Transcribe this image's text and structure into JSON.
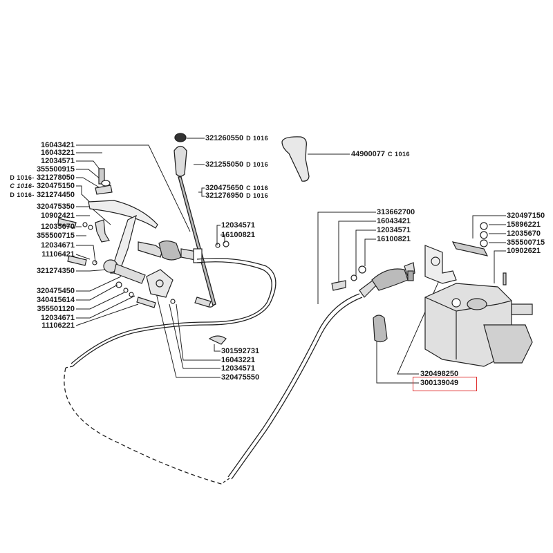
{
  "highlight_color": "#e03030",
  "left_labels": [
    {
      "part": "16043421"
    },
    {
      "part": "16043221"
    },
    {
      "part": "12034571"
    },
    {
      "part": "355500915"
    },
    {
      "prefix": "D 1016-",
      "part": "321278050"
    },
    {
      "prefix": "C 1016-",
      "part": "320475150"
    },
    {
      "prefix": "D 1016-",
      "part": "321274450"
    },
    {
      "part": "320475350"
    },
    {
      "part": "10902421"
    },
    {
      "part": "12035670"
    },
    {
      "part": "355500715"
    },
    {
      "part": "12034671"
    },
    {
      "part": "11106421"
    },
    {
      "part": "321274350"
    },
    {
      "part": "320475450"
    },
    {
      "part": "340415614"
    },
    {
      "part": "355501120"
    },
    {
      "part": "12034671"
    },
    {
      "part": "11106221"
    }
  ],
  "top_labels": [
    {
      "part": "321260550",
      "suffix": "D 1016"
    },
    {
      "part": "321255050",
      "suffix": "D 1016"
    },
    {
      "part": "320475650",
      "suffix": "C 1016"
    },
    {
      "part": "321276950",
      "suffix": "D 1016"
    },
    {
      "part": "44900077",
      "suffix": "C 1016"
    }
  ],
  "middle_labels": [
    {
      "part": "12034571"
    },
    {
      "part": "16100821"
    },
    {
      "part": "301592731"
    },
    {
      "part": "16043221"
    },
    {
      "part": "12034571"
    },
    {
      "part": "320475550"
    }
  ],
  "cable_labels": [
    {
      "part": "313662700"
    },
    {
      "part": "16043421"
    },
    {
      "part": "12034571"
    },
    {
      "part": "16100821"
    }
  ],
  "pump_labels": [
    {
      "part": "320497150"
    },
    {
      "part": "15896221"
    },
    {
      "part": "12035670"
    },
    {
      "part": "355500715"
    },
    {
      "part": "10902621"
    },
    {
      "part": "320498250"
    },
    {
      "part": "300139049",
      "highlighted": true
    }
  ]
}
